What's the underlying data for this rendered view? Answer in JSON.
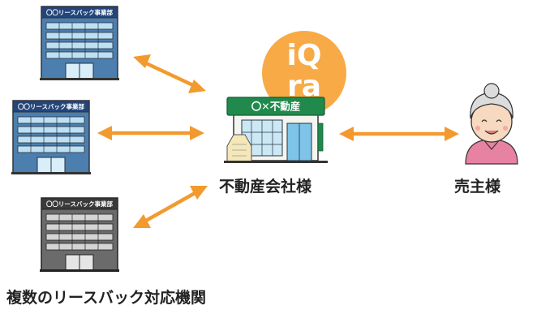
{
  "colors": {
    "arrow": "#f39a2e",
    "logo": "#f7a53c",
    "building_blue": "#4c7fae",
    "building_gray": "#6b6b6b",
    "store_green": "#1f8a4c",
    "person_skin": "#f7d9bf",
    "person_hair": "#dcdcdc",
    "person_shirt": "#e882a3"
  },
  "leaseback_companies": [
    {
      "sign": "〇〇リースバック事業部",
      "icon": "office-building-icon"
    },
    {
      "sign": "〇〇リースバック事業部",
      "icon": "office-building-icon"
    },
    {
      "sign": "〇〇リースバック事業部",
      "icon": "office-building-icon"
    }
  ],
  "agency": {
    "sign": "〇✕不動産",
    "caption": "不動産会社様",
    "icon": "real-estate-store-icon"
  },
  "seller": {
    "caption": "売主様",
    "icon": "elderly-woman-icon"
  },
  "logo": {
    "line1": "iQ",
    "line2": "ra"
  },
  "footer": {
    "caption": "複数のリースバック対応機関"
  }
}
